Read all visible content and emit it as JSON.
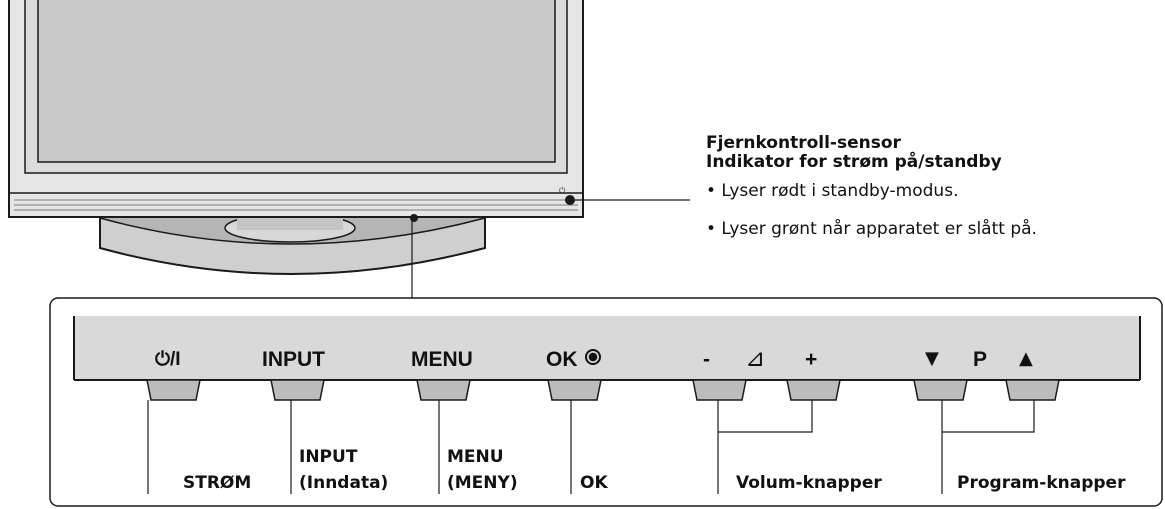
{
  "callout": {
    "title_line1": "Fjernkontroll-sensor",
    "title_line2": "Indikator for strøm på/standby",
    "bullets": [
      "• Lyser rødt i standby-modus.",
      "• Lyser grønt når apparatet er slått på."
    ]
  },
  "panel": {
    "labels": {
      "power_symbol": "⏻/I",
      "input": "INPUT",
      "menu": "MENU",
      "ok": "OK",
      "volume_minus": "-",
      "volume_symbol": "⊿",
      "volume_plus": "+",
      "program_down": "▼",
      "program_p": "P",
      "program_up": "▲"
    }
  },
  "buttons": {
    "power": "STRØM",
    "input_line1": "INPUT",
    "input_line2": "(Inndata)",
    "menu_line1": "MENU",
    "menu_line2": "(MENY)",
    "ok": "OK",
    "volume": "Volum-knapper",
    "program": "Program-knapper"
  },
  "colors": {
    "panel_fill": "#d9d9d9",
    "line": "#1a1a1a",
    "tv_frame": "#e6e6e6",
    "screen": "#c9c9c9"
  }
}
